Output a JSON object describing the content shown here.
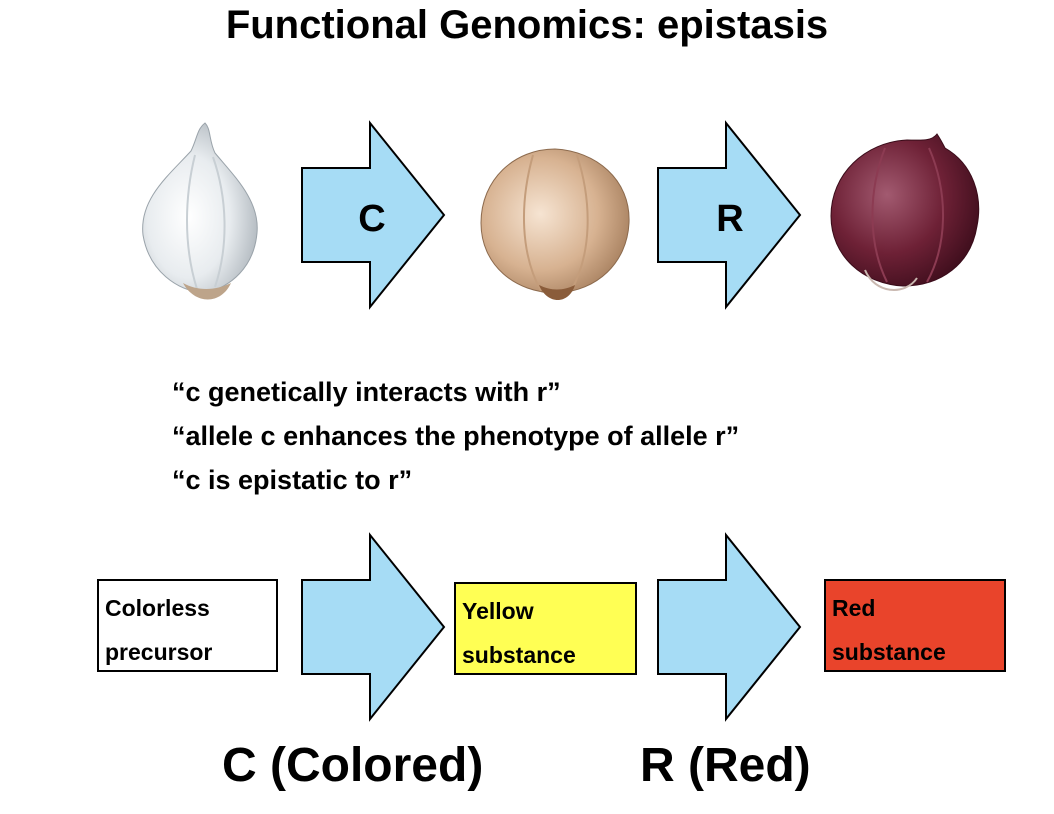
{
  "title": "Functional Genomics: epistasis",
  "arrows_top": [
    "C",
    "R"
  ],
  "quotes": [
    "“c genetically interacts with r”",
    "“allele c enhances the phenotype of allele r”",
    "“c is epistatic to r”"
  ],
  "pathway": {
    "box1": {
      "line1": "Colorless",
      "line2": "precursor",
      "fill": "#ffffff"
    },
    "box2": {
      "line1": "Yellow",
      "line2": "substance",
      "fill": "#ffff54"
    },
    "box3": {
      "line1": "Red",
      "line2": "substance",
      "fill": "#e9442b"
    }
  },
  "genes": {
    "c": "C (Colored)",
    "r": "R (Red)"
  },
  "colors": {
    "arrow_fill": "#a6dcf5",
    "white_onion": "#e8ecef",
    "yellow_onion": "#d7b291",
    "red_onion": "#6e2136"
  }
}
